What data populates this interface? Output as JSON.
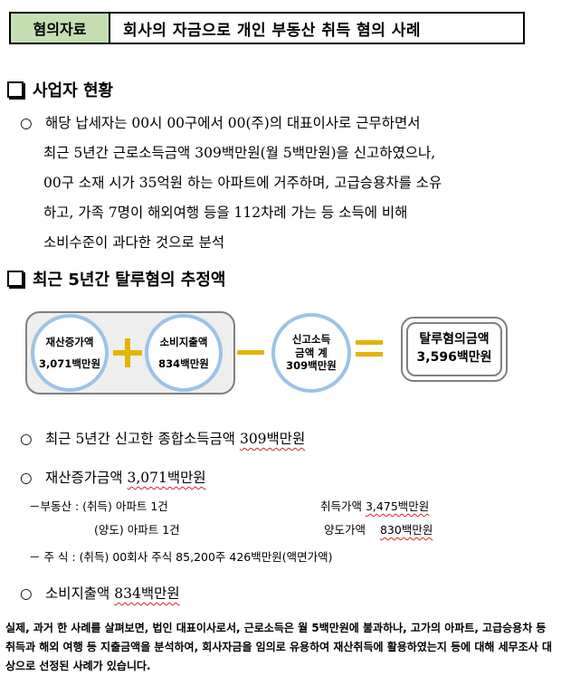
{
  "header": {
    "tag": "혐의자료",
    "title": "회사의 자금으로 개인 부동산 취득 혐의 사례"
  },
  "section1": {
    "heading": "사업자 현황",
    "bullet": "○",
    "lines": [
      "해당 납세자는 00시 00구에서 00(주)의 대표이사로 근무하면서",
      "최근 5년간 근로소득금액 309백만원(월 5백만원)을 신고하였으나,",
      "00구 소재 시가 35억원 하는 아파트에 거주하며, 고급승용차를 소유",
      "하고, 가족 7명이 해외여행 등을 112차례 가는 등 소득에 비해",
      "소비수준이 과다한 것으로 분석"
    ]
  },
  "section2": {
    "heading": "최근 5년간 탈루혐의 추정액",
    "diagram": {
      "asset_label": "재산증가액",
      "asset_value": "3,071백만원",
      "spend_label": "소비지출액",
      "spend_value": "834백만원",
      "reported_label_1": "신고소득",
      "reported_label_2": "금액 계",
      "reported_value": "309백만원",
      "result_label": "탈루혐의금액",
      "result_value": "3,596백만원"
    },
    "items": {
      "bullet": "○",
      "reported_text": "최근 5년간 신고한 종합소득금액 ",
      "reported_amount": "309백만원",
      "asset_text": "재산증가금액 ",
      "asset_amount": "3,071백만원",
      "re_prefix": "－부동산 : (취득) 아파트 1건",
      "re_acq_label": "취득가액 ",
      "re_acq_value": "3,475백만원",
      "re_sale_prefix": "(양도) 아파트 1건",
      "re_sale_label": "양도가액 ",
      "re_sale_value": "830백만원",
      "stock_line": "－ 주 식 : (취득)  00회사  주식 85,200주 426백만원(액면가액)",
      "spend_text": "소비지출액 ",
      "spend_amount": "834백만원"
    }
  },
  "footer": {
    "text": "실제, 과거 한 사례를 살펴보면, 법인 대표이사로서, 근로소득은 월 5백만원에 불과하나, 고가의 아파트, 고급승용차 등 취득과 해외 여행 등 지출금액을 분석하여, 회사자금을 임의로 유용하여 재산취득에 활용하였는지 등에 대해 세무조사 대상으로 선정된 사례가 있습니다."
  },
  "colors": {
    "tag_bg": "#c5dfb3",
    "circle_border": "#9dc3e6",
    "operator": "#e3b400",
    "panel_bg": "#eeeeee"
  }
}
